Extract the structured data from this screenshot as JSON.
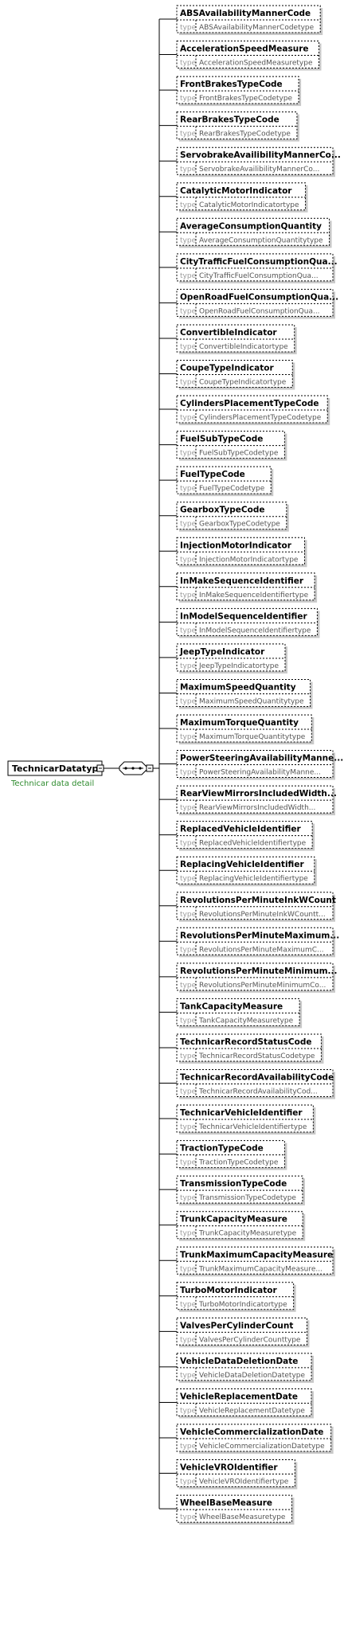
{
  "root": {
    "name": "TechnicarDatatype",
    "documentation": "Technicar data detail"
  },
  "type_keyword": "type",
  "elements": [
    {
      "name": "ABSAvailabilityMannerCode",
      "type": "ABSAvailabilityMannerCodetype"
    },
    {
      "name": "AccelerationSpeedMeasure",
      "type": "AccelerationSpeedMeasuretype"
    },
    {
      "name": "FrontBrakesTypeCode",
      "type": "FrontBrakesTypeCodetype"
    },
    {
      "name": "RearBrakesTypeCode",
      "type": "RearBrakesTypeCodetype"
    },
    {
      "name": "ServobrakeAvailibilityMannerCo...",
      "type": "ServobrakeAvailibilityMannerCo..."
    },
    {
      "name": "CatalyticMotorIndicator",
      "type": "CatalyticMotorIndicatortype"
    },
    {
      "name": "AverageConsumptionQuantity",
      "type": "AverageConsumptionQuantitytype"
    },
    {
      "name": "CityTrafficFuelConsumptionQua...",
      "type": "CityTrafficFuelConsumptionQua..."
    },
    {
      "name": "OpenRoadFuelConsumptionQua...",
      "type": "OpenRoadFuelConsumptionQua..."
    },
    {
      "name": "ConvertibleIndicator",
      "type": "ConvertibleIndicatortype"
    },
    {
      "name": "CoupeTypeIndicator",
      "type": "CoupeTypeIndicatortype"
    },
    {
      "name": "CylindersPlacementTypeCode",
      "type": "CylindersPlacementTypeCodetype"
    },
    {
      "name": "FuelSubTypeCode",
      "type": "FuelSubTypeCodetype"
    },
    {
      "name": "FuelTypeCode",
      "type": "FuelTypeCodetype"
    },
    {
      "name": "GearboxTypeCode",
      "type": "GearboxTypeCodetype"
    },
    {
      "name": "InjectionMotorIndicator",
      "type": "InjectionMotorIndicatortype"
    },
    {
      "name": "InMakeSequenceIdentifier",
      "type": "InMakeSequenceIdentifiertype"
    },
    {
      "name": "InModelSequenceIdentifier",
      "type": "InModelSequenceIdentifiertype"
    },
    {
      "name": "JeepTypeIndicator",
      "type": "JeepTypeIndicatortype"
    },
    {
      "name": "MaximumSpeedQuantity",
      "type": "MaximumSpeedQuantitytype"
    },
    {
      "name": "MaximumTorqueQuantity",
      "type": "MaximumTorqueQuantitytype"
    },
    {
      "name": "PowerSteeringAvailabilityManne...",
      "type": "PowerSteeringAvailabilityManne..."
    },
    {
      "name": "RearViewMirrorsIncludedWidth...",
      "type": "RearViewMirrorsIncludedWidth..."
    },
    {
      "name": "ReplacedVehicleIdentifier",
      "type": "ReplacedVehicleIdentifiertype"
    },
    {
      "name": "ReplacingVehicleIdentifier",
      "type": "ReplacingVehicleIdentifiertype"
    },
    {
      "name": "RevolutionsPerMinuteInkWCount",
      "type": "RevolutionsPerMinuteInkWCountt..."
    },
    {
      "name": "RevolutionsPerMinuteMaximum...",
      "type": "RevolutionsPerMinuteMaximumC..."
    },
    {
      "name": "RevolutionsPerMinuteMinimum...",
      "type": "RevolutionsPerMinuteMinimumCo..."
    },
    {
      "name": "TankCapacityMeasure",
      "type": "TankCapacityMeasuretype"
    },
    {
      "name": "TechnicarRecordStatusCode",
      "type": "TechnicarRecordStatusCodetype"
    },
    {
      "name": "TechnicarRecordAvailabilityCode",
      "type": "TechnicarRecordAvailabilityCod..."
    },
    {
      "name": "TechnicarVehicleIdentifier",
      "type": "TechnicarVehicleIdentifiertype"
    },
    {
      "name": "TractionTypeCode",
      "type": "TractionTypeCodetype"
    },
    {
      "name": "TransmissionTypeCode",
      "type": "TransmissionTypeCodetype"
    },
    {
      "name": "TrunkCapacityMeasure",
      "type": "TrunkCapacityMeasuretype"
    },
    {
      "name": "TrunkMaximumCapacityMeasure",
      "type": "TrunkMaximumCapacityMeasure..."
    },
    {
      "name": "TurboMotorIndicator",
      "type": "TurboMotorIndicatortype"
    },
    {
      "name": "ValvesPerCylinderCount",
      "type": "ValvesPerCylinderCounttype"
    },
    {
      "name": "VehicleDataDeletionDate",
      "type": "VehicleDataDeletionDatetype"
    },
    {
      "name": "VehicleReplacementDate",
      "type": "VehicleReplacementDatetype"
    },
    {
      "name": "VehicleCommercializationDate",
      "type": "VehicleCommercializationDatetype"
    },
    {
      "name": "VehicleVROIdentifier",
      "type": "VehicleVROIdentifiertype"
    },
    {
      "name": "WheelBaseMeasure",
      "type": "WheelBaseMeasuretype"
    }
  ]
}
